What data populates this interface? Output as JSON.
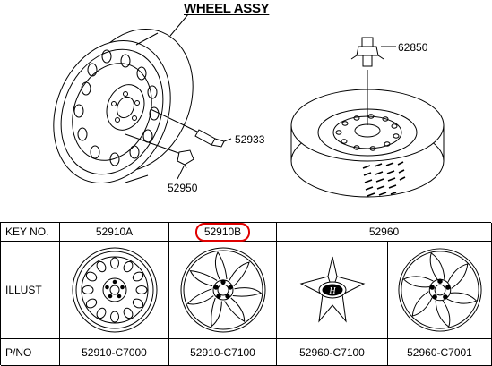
{
  "diagram": {
    "title": "WHEEL ASSY",
    "callouts": {
      "center_cap": "62850",
      "valve": "52933",
      "nut": "52950"
    }
  },
  "table": {
    "headers": {
      "key_no": "KEY NO.",
      "illust": "ILLUST",
      "pno": "P/NO"
    },
    "key_numbers": [
      "52910A",
      "52910B",
      "52960"
    ],
    "highlighted_key": "52910B",
    "illustrations": [
      "steel-wheel-icon",
      "wheel-cover-icon",
      "center-cap-icon",
      "wheel-cover-icon"
    ],
    "part_numbers": [
      "52910-C7000",
      "52910-C7100",
      "52960-C7100",
      "52960-C7001"
    ]
  },
  "colors": {
    "highlight": "#e00000",
    "line": "#000000"
  }
}
